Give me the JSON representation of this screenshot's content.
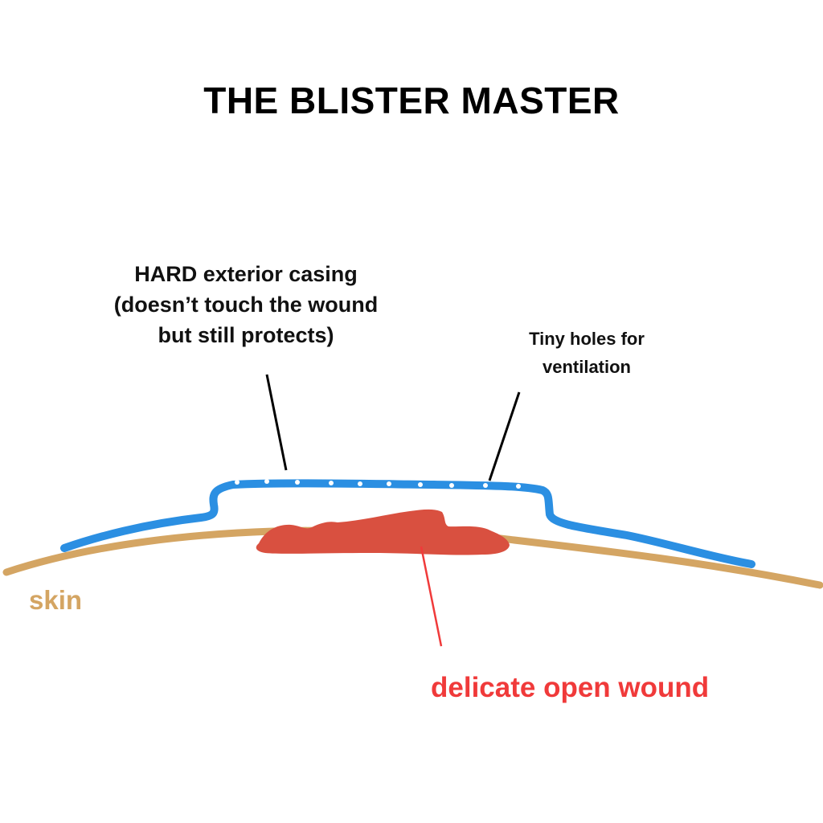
{
  "title": "THE BLISTER MASTER",
  "annotations": {
    "casing": {
      "lines": [
        "HARD exterior casing",
        "(doesn’t touch the wound",
        "but still protects)"
      ]
    },
    "holes": {
      "lines": [
        "Tiny holes for",
        "ventilation"
      ]
    },
    "skin": "skin",
    "wound": "delicate open wound"
  },
  "colors": {
    "casing": "#2b8fe2",
    "skin": "#d4a563",
    "wound": "#d95040",
    "wound_label": "#f03a3a",
    "leader_line": "#000000",
    "wound_leader": "#f03a3a"
  }
}
